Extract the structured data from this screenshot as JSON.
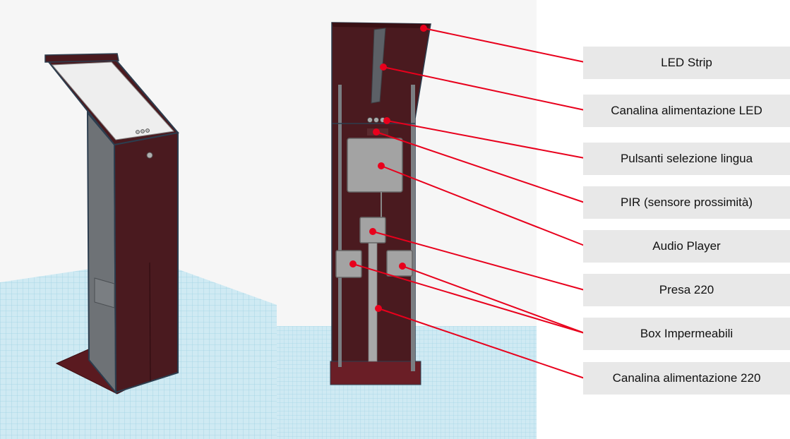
{
  "labels": [
    {
      "text": "LED Strip"
    },
    {
      "text": "Canalina alimentazione LED"
    },
    {
      "text": "Pulsanti selezione lingua"
    },
    {
      "text": "PIR (sensore prossimità)"
    },
    {
      "text": "Audio Player"
    },
    {
      "text": "Presa 220"
    },
    {
      "text": "Box Impermeabili"
    },
    {
      "text": "Canalina alimentazione 220"
    }
  ],
  "colors": {
    "label_bg": "#e8e8e8",
    "leader_line": "#e8001c",
    "cabinet": "#4a1a1f",
    "panel": "#6e7276",
    "grid": "#bfe3ef",
    "screen": "#eeeeee",
    "component": "#9a9a9a"
  }
}
